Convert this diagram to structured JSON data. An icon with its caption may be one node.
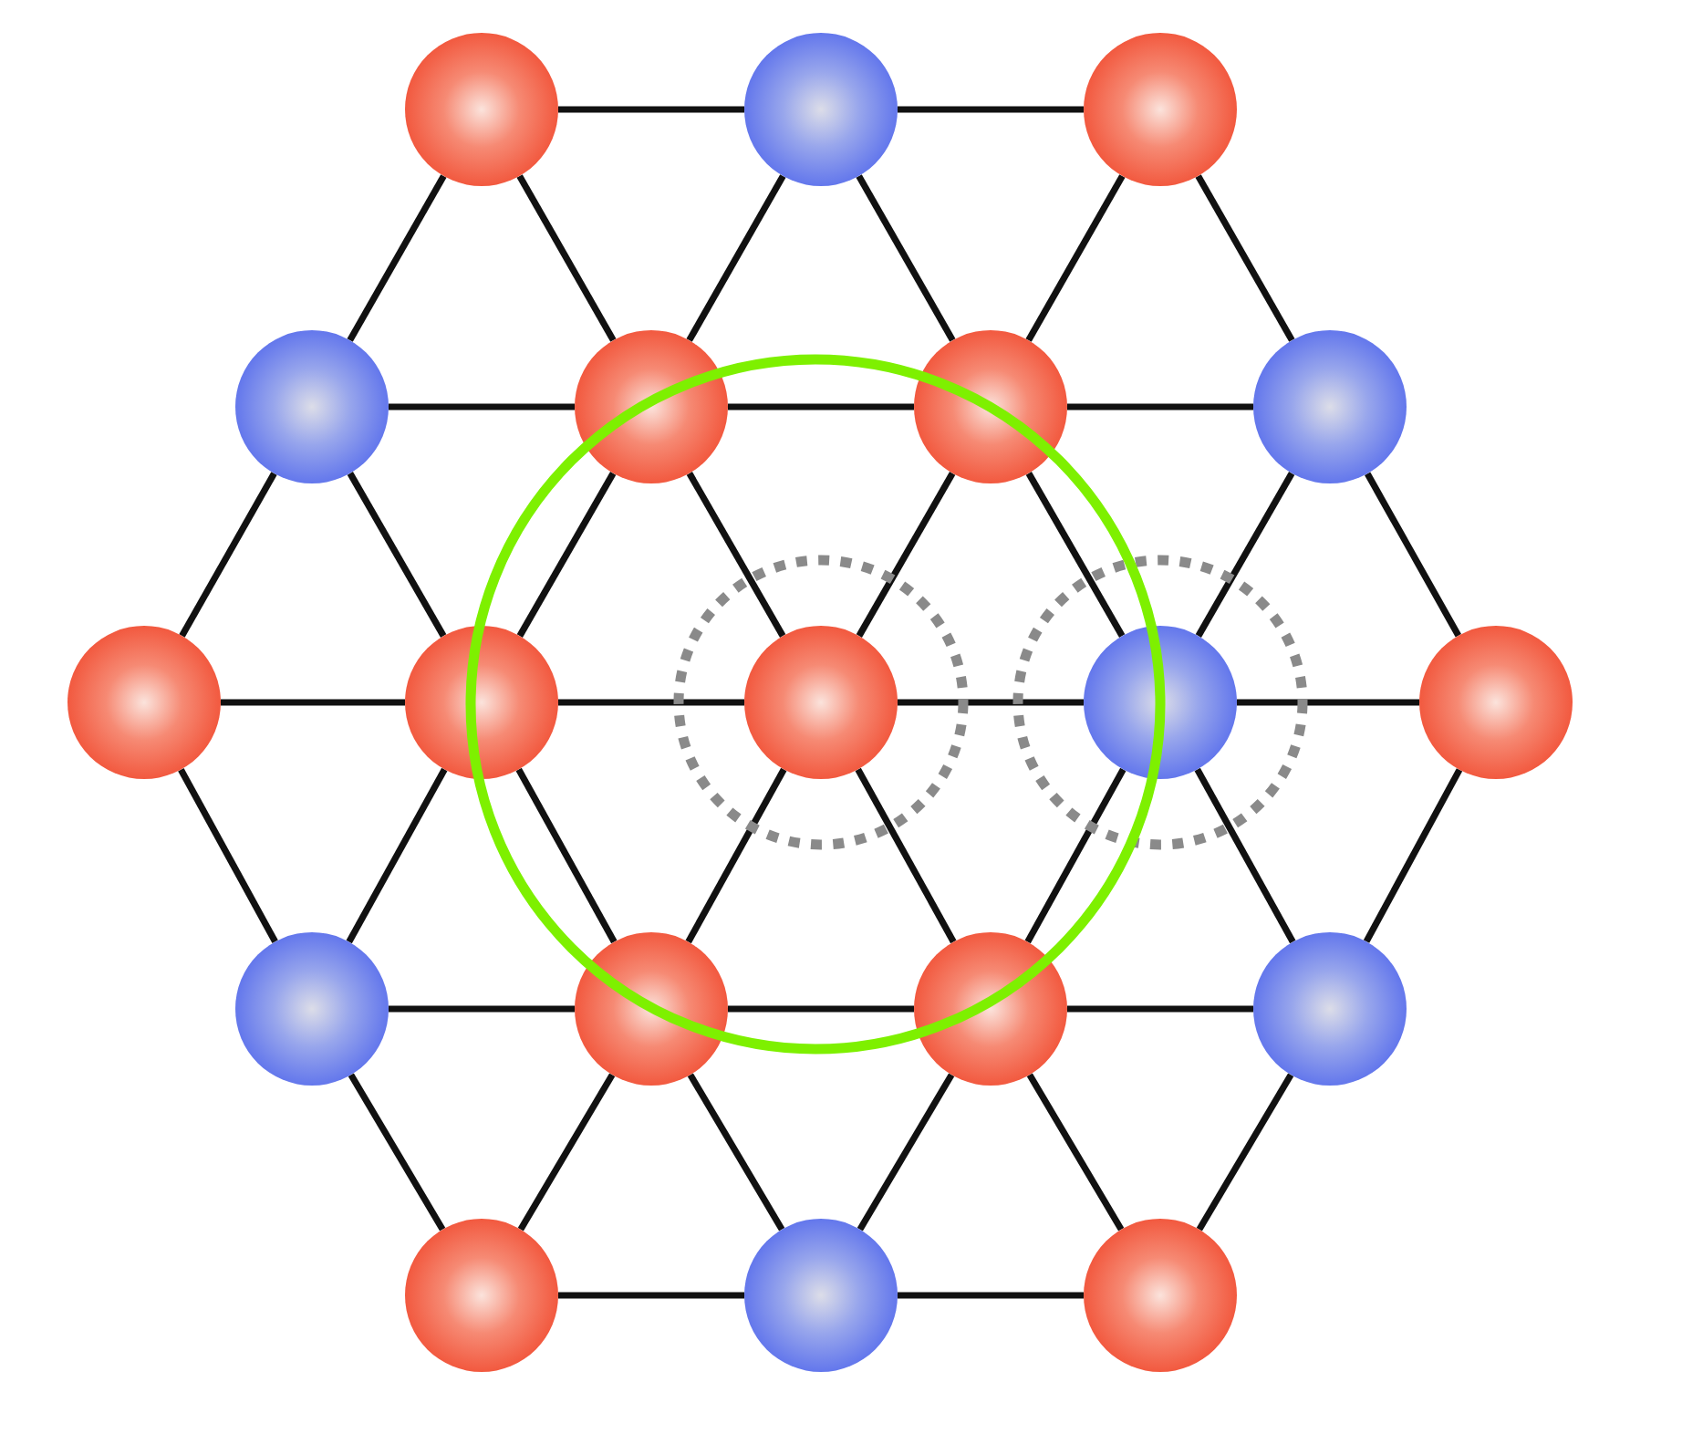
{
  "diagram": {
    "nodes": [
      {
        "text": [],
        "shape": "circle"
      },
      {
        "text": [],
        "shape": "circle"
      },
      {
        "text": [],
        "shape": "circle"
      },
      {
        "text": [],
        "shape": "circle"
      },
      {
        "text": [],
        "shape": "circle"
      },
      {
        "text": [],
        "shape": "circle"
      },
      {
        "text": [],
        "shape": "circle"
      },
      {
        "text": [],
        "shape": "circle"
      },
      {
        "text": [],
        "shape": "circle"
      },
      {
        "text": [],
        "shape": "circle"
      },
      {
        "text": [],
        "shape": "circle"
      },
      {
        "text": [],
        "shape": "circle"
      },
      {
        "text": [],
        "shape": "circle"
      },
      {
        "text": [],
        "shape": "circle"
      },
      {
        "text": [],
        "shape": "circle"
      },
      {
        "text": [],
        "shape": "circle"
      },
      {
        "text": [],
        "shape": "circle"
      },
      {
        "text": [],
        "shape": "circle"
      },
      {
        "text": [],
        "shape": "circle"
      }
    ],
    "edges": [
      {
        "from": 0,
        "to": 1,
        "arrow": "none"
      },
      {
        "from": 1,
        "to": 2,
        "arrow": "none"
      },
      {
        "from": 3,
        "to": 4,
        "arrow": "none"
      },
      {
        "from": 4,
        "to": 5,
        "arrow": "none"
      },
      {
        "from": 5,
        "to": 6,
        "arrow": "none"
      },
      {
        "from": 7,
        "to": 8,
        "arrow": "none"
      },
      {
        "from": 8,
        "to": 9,
        "arrow": "none"
      },
      {
        "from": 9,
        "to": 10,
        "arrow": "none"
      },
      {
        "from": 10,
        "to": 11,
        "arrow": "none"
      },
      {
        "from": 12,
        "to": 13,
        "arrow": "none"
      },
      {
        "from": 13,
        "to": 14,
        "arrow": "none"
      },
      {
        "from": 14,
        "to": 15,
        "arrow": "none"
      },
      {
        "from": 16,
        "to": 17,
        "arrow": "none"
      },
      {
        "from": 17,
        "to": 18,
        "arrow": "none"
      },
      {
        "from": 0,
        "to": 3,
        "arrow": "none"
      },
      {
        "from": 0,
        "to": 4,
        "arrow": "none"
      },
      {
        "from": 1,
        "to": 4,
        "arrow": "none"
      },
      {
        "from": 1,
        "to": 5,
        "arrow": "none"
      },
      {
        "from": 2,
        "to": 5,
        "arrow": "none"
      },
      {
        "from": 2,
        "to": 6,
        "arrow": "none"
      },
      {
        "from": 3,
        "to": 7,
        "arrow": "none"
      },
      {
        "from": 3,
        "to": 8,
        "arrow": "none"
      },
      {
        "from": 4,
        "to": 8,
        "arrow": "none"
      },
      {
        "from": 4,
        "to": 9,
        "arrow": "none"
      },
      {
        "from": 5,
        "to": 9,
        "arrow": "none"
      },
      {
        "from": 5,
        "to": 10,
        "arrow": "none"
      },
      {
        "from": 6,
        "to": 10,
        "arrow": "none"
      },
      {
        "from": 6,
        "to": 11,
        "arrow": "none"
      },
      {
        "from": 7,
        "to": 12,
        "arrow": "none"
      },
      {
        "from": 8,
        "to": 12,
        "arrow": "none"
      },
      {
        "from": 8,
        "to": 13,
        "arrow": "none"
      },
      {
        "from": 9,
        "to": 13,
        "arrow": "none"
      },
      {
        "from": 9,
        "to": 14,
        "arrow": "none"
      },
      {
        "from": 10,
        "to": 14,
        "arrow": "none"
      },
      {
        "from": 10,
        "to": 15,
        "arrow": "none"
      },
      {
        "from": 11,
        "to": 15,
        "arrow": "none"
      },
      {
        "from": 12,
        "to": 16,
        "arrow": "none"
      },
      {
        "from": 13,
        "to": 16,
        "arrow": "none"
      },
      {
        "from": 13,
        "to": 17,
        "arrow": "none"
      },
      {
        "from": 14,
        "to": 17,
        "arrow": "none"
      },
      {
        "from": 14,
        "to": 18,
        "arrow": "none"
      },
      {
        "from": 15,
        "to": 18,
        "arrow": "none"
      }
    ]
  }
}
